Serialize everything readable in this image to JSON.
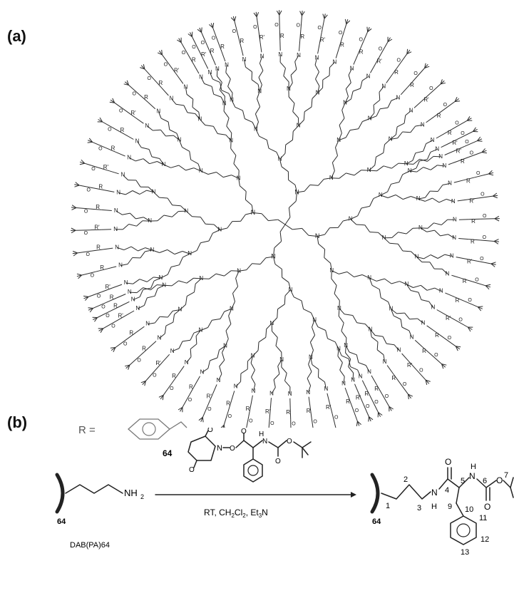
{
  "panel_a": {
    "label": "(a)",
    "r_group": "R",
    "r_prime": "R'",
    "nitrogen": "N",
    "oxygen": "O",
    "r_definition": "R ="
  },
  "panel_b": {
    "label": "(b)",
    "reagent_equiv": "64",
    "reagent_n": "N",
    "reagent_o": "O",
    "reagent_h": "H",
    "reactant_amine": "NH",
    "reactant_amine_sub": "2",
    "reactant_count": "64",
    "reactant_name": "DAB(PA)64",
    "conditions_prefix": "RT, CH",
    "conditions_sub1": "2",
    "conditions_mid": "Cl",
    "conditions_sub2": "2",
    "conditions_suffix": ", Et",
    "conditions_sub3": "3",
    "conditions_end": "N",
    "product_count": "64",
    "product_n": "N",
    "product_h": "H",
    "product_o": "O",
    "atom_numbers": [
      "1",
      "2",
      "3",
      "4",
      "5",
      "6",
      "7",
      "9",
      "10",
      "11",
      "12",
      "13"
    ]
  }
}
